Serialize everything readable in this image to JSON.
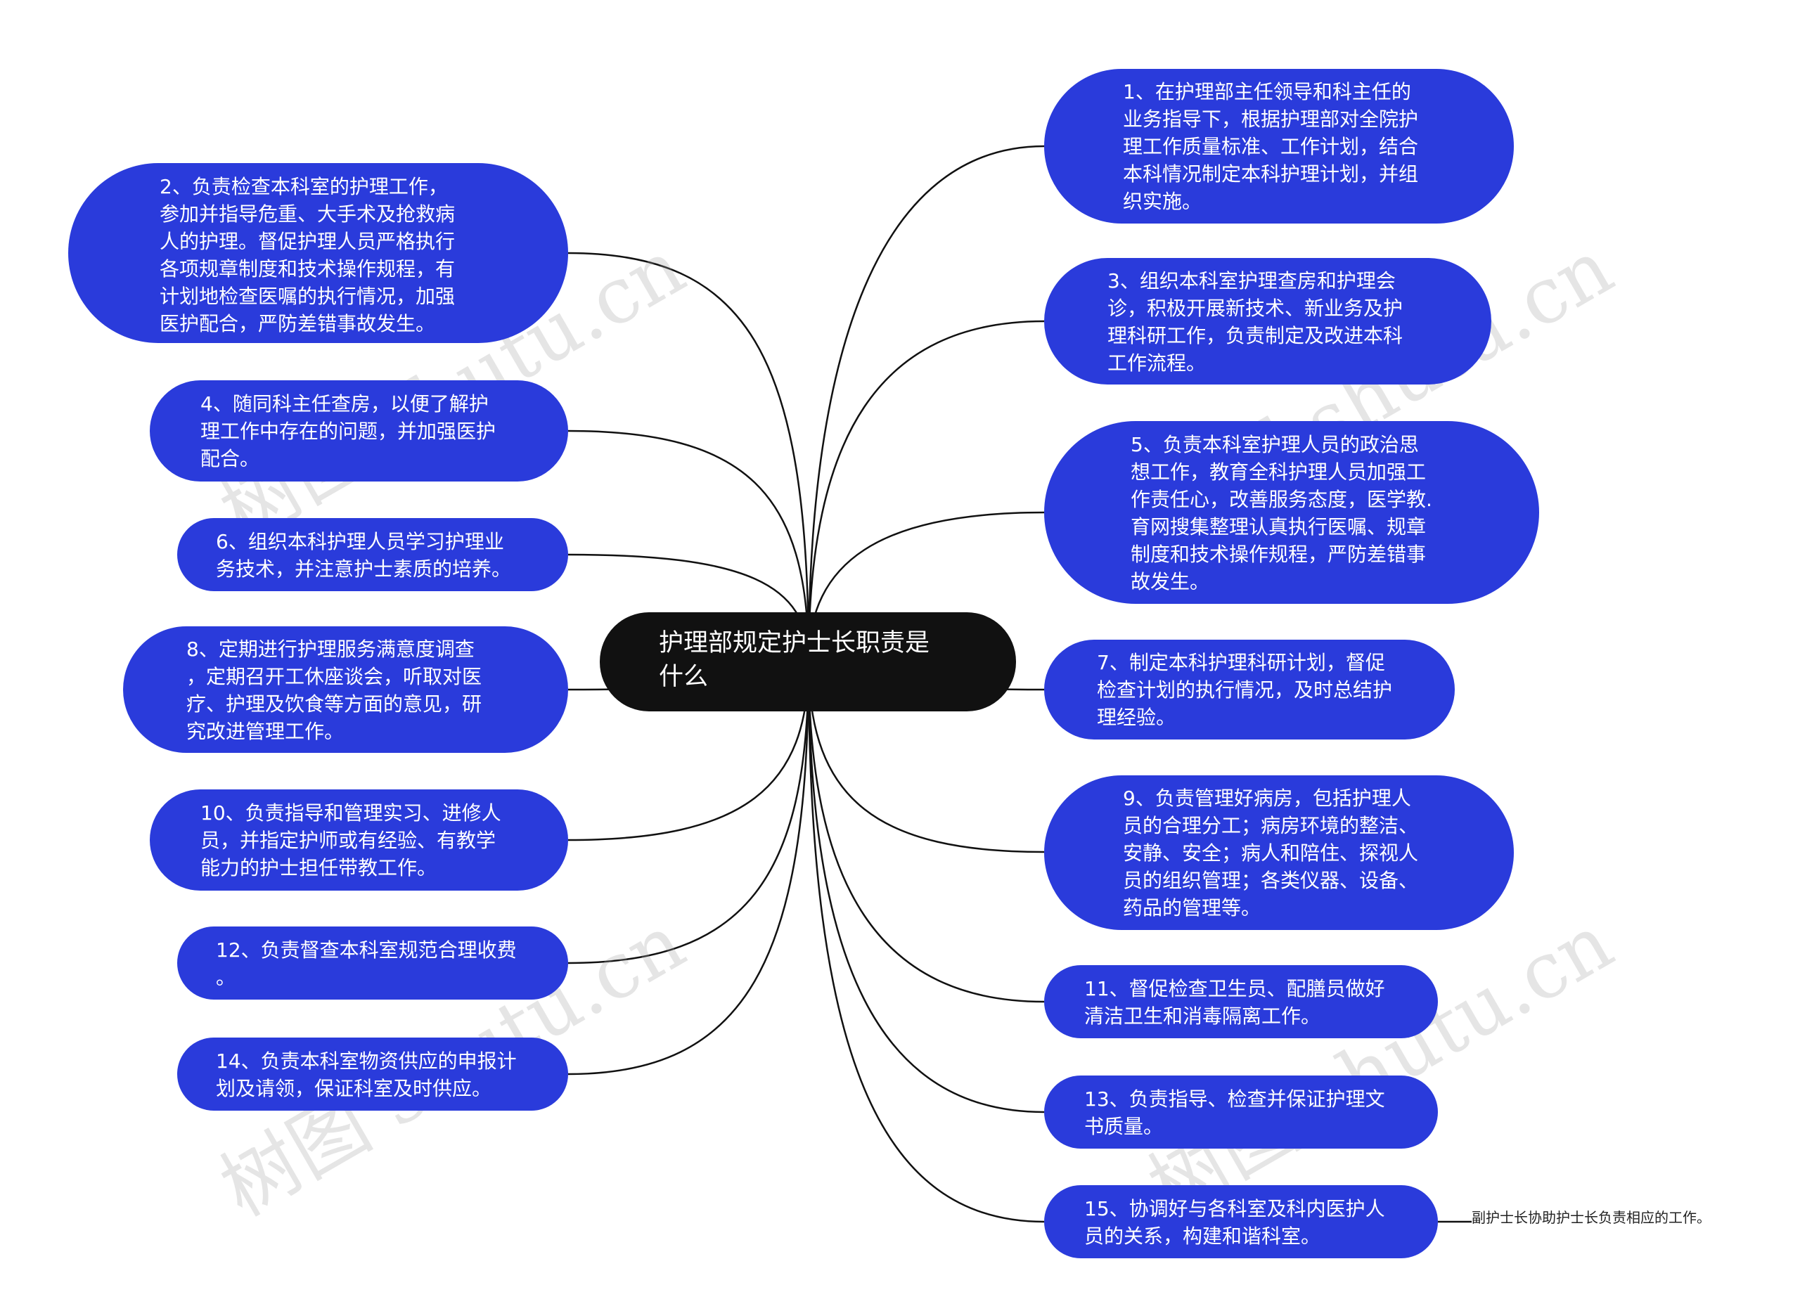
{
  "center": {
    "title": "护理部规定护士长职责是\n什么"
  },
  "nodes": {
    "n1": "1、在护理部主任领导和科主任的\n业务指导下，根据护理部对全院护\n理工作质量标准、工作计划，结合\n本科情况制定本科护理计划，并组\n织实施。",
    "n2": "2、负责检查本科室的护理工作，\n参加并指导危重、大手术及抢救病\n人的护理。督促护理人员严格执行\n各项规章制度和技术操作规程，有\n计划地检查医嘱的执行情况，加强\n医护配合，严防差错事故发生。",
    "n3": "3、组织本科室护理查房和护理会\n诊，积极开展新技术、新业务及护\n理科研工作，负责制定及改进本科\n工作流程。",
    "n4": "4、随同科主任查房，以便了解护\n理工作中存在的问题，并加强医护\n配合。",
    "n5": "5、负责本科室护理人员的政治思\n想工作，教育全科护理人员加强工\n作责任心，改善服务态度，医学教.\n育网搜集整理认真执行医嘱、规章\n制度和技术操作规程，严防差错事\n故发生。",
    "n6": "6、组织本科护理人员学习护理业\n务技术，并注意护士素质的培养。",
    "n7": "7、制定本科护理科研计划，督促\n检查计划的执行情况，及时总结护\n理经验。",
    "n8": "8、定期进行护理服务满意度调查\n，定期召开工休座谈会，听取对医\n疗、护理及饮食等方面的意见，研\n究改进管理工作。",
    "n9": "9、负责管理好病房，包括护理人\n员的合理分工；病房环境的整洁、\n安静、安全；病人和陪住、探视人\n员的组织管理；各类仪器、设备、\n药品的管理等。",
    "n10": "10、负责指导和管理实习、进修人\n员，并指定护师或有经验、有教学\n能力的护士担任带教工作。",
    "n11": "11、督促检查卫生员、配膳员做好\n清洁卫生和消毒隔离工作。",
    "n12": "12、负责督查本科室规范合理收费\n。",
    "n13": "13、负责指导、检查并保证护理文\n书质量。",
    "n14": "14、负责本科室物资供应的申报计\n划及请领，保证科室及时供应。",
    "n15": "15、协调好与各科室及科内医护人\n员的关系，构建和谐科室。"
  },
  "note": "副护士长协助护士长负责相应的工作。",
  "watermark": "树图 shutu.cn",
  "colors": {
    "node_fill": "#2a3bdb",
    "center_fill": "#111111",
    "line": "#111111",
    "text": "#ffffff"
  }
}
